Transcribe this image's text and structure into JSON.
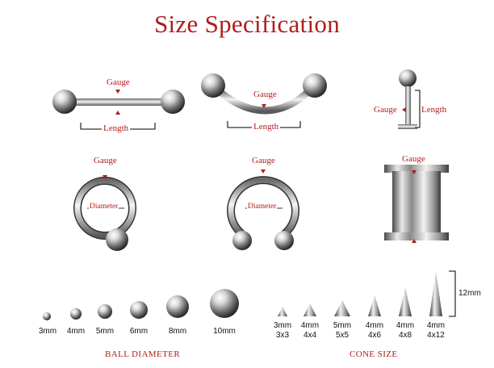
{
  "title": "Size Specification",
  "labels": {
    "gauge": "Gauge",
    "length": "Length",
    "diameter": "Diameter"
  },
  "ball_diameter": {
    "caption": "BALL DIAMETER",
    "sizes": [
      "3mm",
      "4mm",
      "5mm",
      "6mm",
      "8mm",
      "10mm"
    ]
  },
  "cone_size": {
    "caption": "CONE SIZE",
    "height_marker": "12mm",
    "cones": [
      {
        "size": "3mm",
        "dims": "3x3"
      },
      {
        "size": "4mm",
        "dims": "4x4"
      },
      {
        "size": "5mm",
        "dims": "5x5"
      },
      {
        "size": "4mm",
        "dims": "4x6"
      },
      {
        "size": "4mm",
        "dims": "4x8"
      },
      {
        "size": "4mm",
        "dims": "4x12"
      }
    ]
  },
  "colors": {
    "accent": "#b01c1c",
    "text": "#111111"
  }
}
